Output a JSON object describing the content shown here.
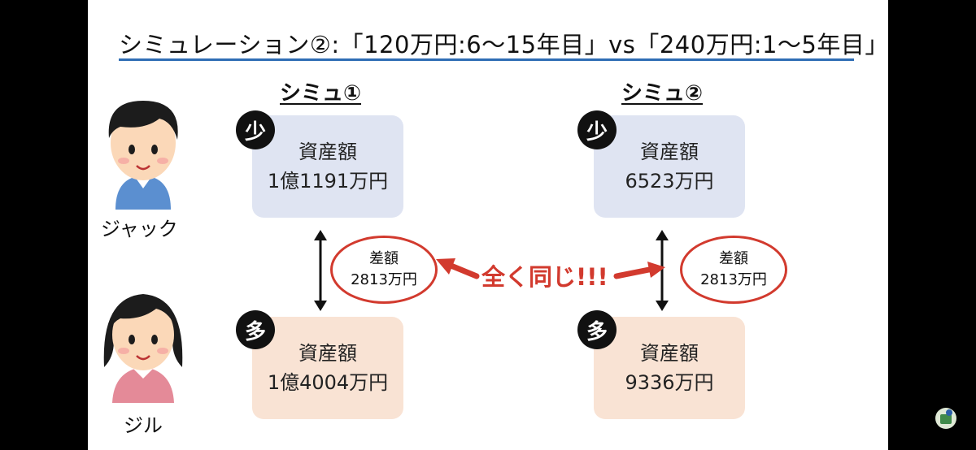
{
  "title": "シミュレーション②:「120万円:6〜15年目」vs「240万円:1〜5年目」",
  "simulations": [
    {
      "heading": "シミュ①",
      "low": {
        "badge": "少",
        "label": "資産額",
        "value": "1億1191万円"
      },
      "high": {
        "badge": "多",
        "label": "資産額",
        "value": "1億4004万円"
      },
      "diff": {
        "label": "差額",
        "value": "2813万円"
      }
    },
    {
      "heading": "シミュ②",
      "low": {
        "badge": "少",
        "label": "資産額",
        "value": "6523万円"
      },
      "high": {
        "badge": "多",
        "label": "資産額",
        "value": "9336万円"
      },
      "diff": {
        "label": "差額",
        "value": "2813万円"
      }
    }
  ],
  "people": {
    "jack": "ジャック",
    "jill": "ジル"
  },
  "same_label": "全く同じ!!!",
  "colors": {
    "title_rule": "#2f6db5",
    "low_box": "#dfe4f2",
    "high_box": "#f9e3d4",
    "accent_red": "#d23a2e"
  }
}
